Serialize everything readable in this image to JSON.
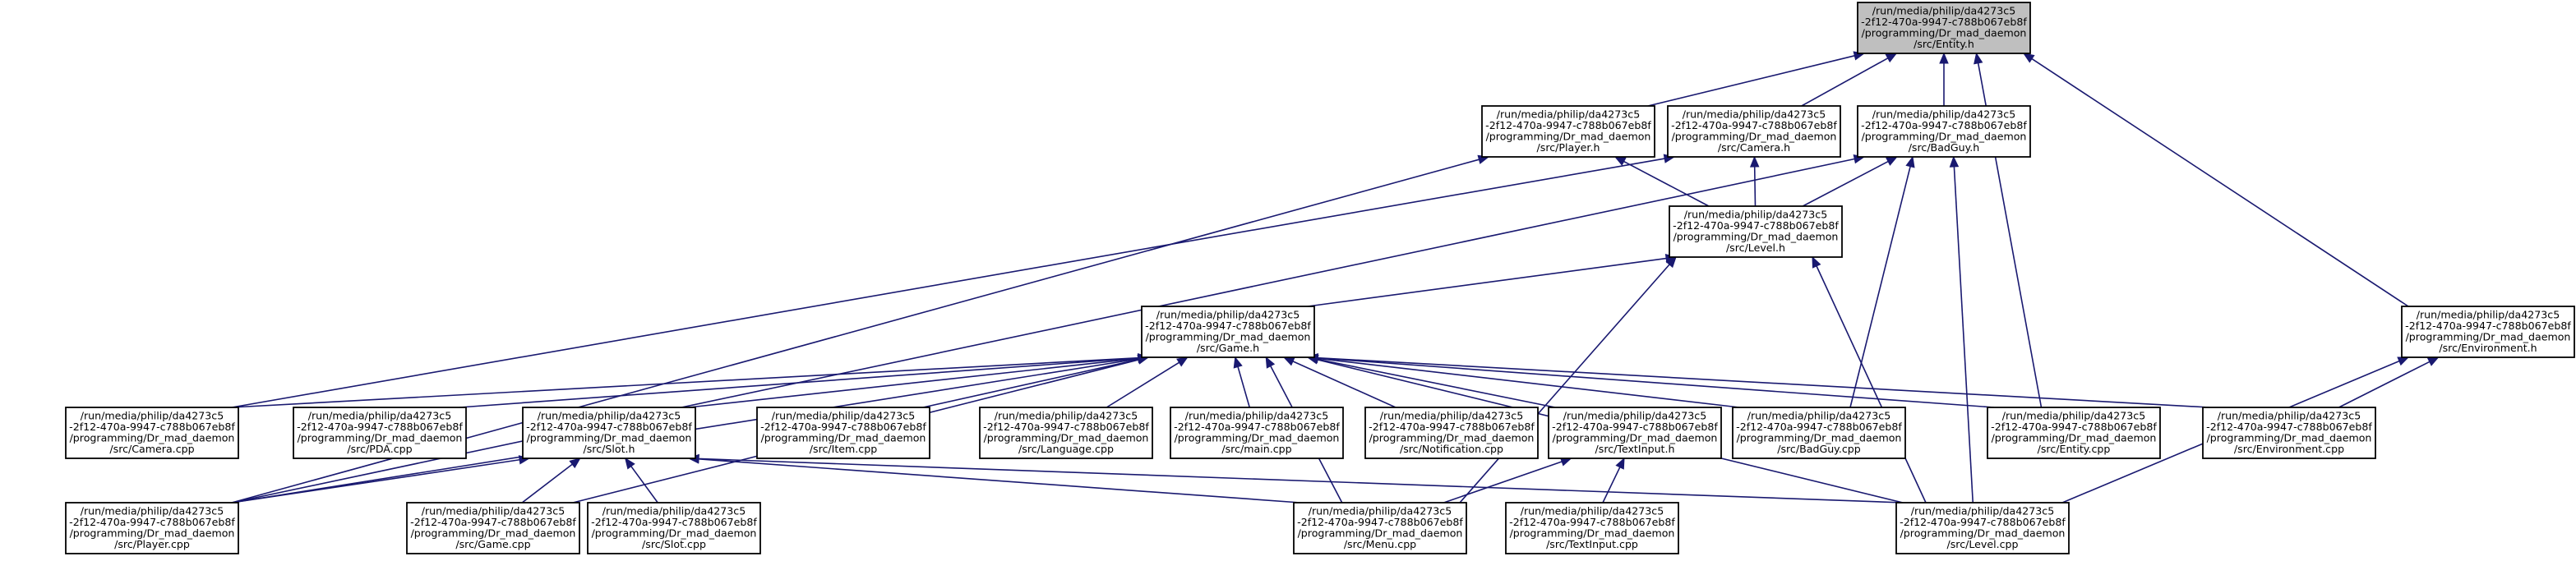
{
  "graph": {
    "title": "Include dependency graph for src/Entity.h",
    "edge_color": "#191970",
    "highlight_fill": "#bfbfbf",
    "nodes": [
      {
        "id": "entity_h",
        "lines": [
          "/run/media/philip/da4273c5",
          "-2f12-470a-9947-c788b067eb8f",
          "/programming/Dr_mad_daemon",
          "/src/Entity.h"
        ],
        "highlight": true
      },
      {
        "id": "player_h",
        "lines": [
          "/run/media/philip/da4273c5",
          "-2f12-470a-9947-c788b067eb8f",
          "/programming/Dr_mad_daemon",
          "/src/Player.h"
        ]
      },
      {
        "id": "camera_h",
        "lines": [
          "/run/media/philip/da4273c5",
          "-2f12-470a-9947-c788b067eb8f",
          "/programming/Dr_mad_daemon",
          "/src/Camera.h"
        ]
      },
      {
        "id": "badguy_h",
        "lines": [
          "/run/media/philip/da4273c5",
          "-2f12-470a-9947-c788b067eb8f",
          "/programming/Dr_mad_daemon",
          "/src/BadGuy.h"
        ]
      },
      {
        "id": "level_h",
        "lines": [
          "/run/media/philip/da4273c5",
          "-2f12-470a-9947-c788b067eb8f",
          "/programming/Dr_mad_daemon",
          "/src/Level.h"
        ]
      },
      {
        "id": "game_h",
        "lines": [
          "/run/media/philip/da4273c5",
          "-2f12-470a-9947-c788b067eb8f",
          "/programming/Dr_mad_daemon",
          "/src/Game.h"
        ]
      },
      {
        "id": "environment_h",
        "lines": [
          "/run/media/philip/da4273c5",
          "-2f12-470a-9947-c788b067eb8f",
          "/programming/Dr_mad_daemon",
          "/src/Environment.h"
        ]
      },
      {
        "id": "camera_cpp",
        "lines": [
          "/run/media/philip/da4273c5",
          "-2f12-470a-9947-c788b067eb8f",
          "/programming/Dr_mad_daemon",
          "/src/Camera.cpp"
        ]
      },
      {
        "id": "pda_cpp",
        "lines": [
          "/run/media/philip/da4273c5",
          "-2f12-470a-9947-c788b067eb8f",
          "/programming/Dr_mad_daemon",
          "/src/PDA.cpp"
        ]
      },
      {
        "id": "slot_h",
        "lines": [
          "/run/media/philip/da4273c5",
          "-2f12-470a-9947-c788b067eb8f",
          "/programming/Dr_mad_daemon",
          "/src/Slot.h"
        ]
      },
      {
        "id": "item_cpp",
        "lines": [
          "/run/media/philip/da4273c5",
          "-2f12-470a-9947-c788b067eb8f",
          "/programming/Dr_mad_daemon",
          "/src/Item.cpp"
        ]
      },
      {
        "id": "language_cpp",
        "lines": [
          "/run/media/philip/da4273c5",
          "-2f12-470a-9947-c788b067eb8f",
          "/programming/Dr_mad_daemon",
          "/src/Language.cpp"
        ]
      },
      {
        "id": "main_cpp",
        "lines": [
          "/run/media/philip/da4273c5",
          "-2f12-470a-9947-c788b067eb8f",
          "/programming/Dr_mad_daemon",
          "/src/main.cpp"
        ]
      },
      {
        "id": "notification_cpp",
        "lines": [
          "/run/media/philip/da4273c5",
          "-2f12-470a-9947-c788b067eb8f",
          "/programming/Dr_mad_daemon",
          "/src/Notification.cpp"
        ]
      },
      {
        "id": "textinput_h",
        "lines": [
          "/run/media/philip/da4273c5",
          "-2f12-470a-9947-c788b067eb8f",
          "/programming/Dr_mad_daemon",
          "/src/TextInput.h"
        ]
      },
      {
        "id": "badguy_cpp",
        "lines": [
          "/run/media/philip/da4273c5",
          "-2f12-470a-9947-c788b067eb8f",
          "/programming/Dr_mad_daemon",
          "/src/BadGuy.cpp"
        ]
      },
      {
        "id": "entity_cpp",
        "lines": [
          "/run/media/philip/da4273c5",
          "-2f12-470a-9947-c788b067eb8f",
          "/programming/Dr_mad_daemon",
          "/src/Entity.cpp"
        ]
      },
      {
        "id": "environment_cpp",
        "lines": [
          "/run/media/philip/da4273c5",
          "-2f12-470a-9947-c788b067eb8f",
          "/programming/Dr_mad_daemon",
          "/src/Environment.cpp"
        ]
      },
      {
        "id": "player_cpp",
        "lines": [
          "/run/media/philip/da4273c5",
          "-2f12-470a-9947-c788b067eb8f",
          "/programming/Dr_mad_daemon",
          "/src/Player.cpp"
        ]
      },
      {
        "id": "game_cpp",
        "lines": [
          "/run/media/philip/da4273c5",
          "-2f12-470a-9947-c788b067eb8f",
          "/programming/Dr_mad_daemon",
          "/src/Game.cpp"
        ]
      },
      {
        "id": "slot_cpp",
        "lines": [
          "/run/media/philip/da4273c5",
          "-2f12-470a-9947-c788b067eb8f",
          "/programming/Dr_mad_daemon",
          "/src/Slot.cpp"
        ]
      },
      {
        "id": "menu_cpp",
        "lines": [
          "/run/media/philip/da4273c5",
          "-2f12-470a-9947-c788b067eb8f",
          "/programming/Dr_mad_daemon",
          "/src/Menu.cpp"
        ]
      },
      {
        "id": "textinput_cpp",
        "lines": [
          "/run/media/philip/da4273c5",
          "-2f12-470a-9947-c788b067eb8f",
          "/programming/Dr_mad_daemon",
          "/src/TextInput.cpp"
        ]
      },
      {
        "id": "level_cpp",
        "lines": [
          "/run/media/philip/da4273c5",
          "-2f12-470a-9947-c788b067eb8f",
          "/programming/Dr_mad_daemon",
          "/src/Level.cpp"
        ]
      }
    ],
    "edges": [
      {
        "from": "player_h",
        "to": "entity_h"
      },
      {
        "from": "camera_h",
        "to": "entity_h"
      },
      {
        "from": "badguy_h",
        "to": "entity_h"
      },
      {
        "from": "environment_h",
        "to": "entity_h"
      },
      {
        "from": "entity_cpp",
        "to": "entity_h"
      },
      {
        "from": "level_h",
        "to": "player_h"
      },
      {
        "from": "player_cpp",
        "to": "player_h"
      },
      {
        "from": "camera_cpp",
        "to": "camera_h"
      },
      {
        "from": "level_h",
        "to": "camera_h"
      },
      {
        "from": "level_h",
        "to": "badguy_h"
      },
      {
        "from": "player_cpp",
        "to": "badguy_h"
      },
      {
        "from": "badguy_cpp",
        "to": "badguy_h"
      },
      {
        "from": "level_cpp",
        "to": "badguy_h"
      },
      {
        "from": "game_h",
        "to": "level_h"
      },
      {
        "from": "menu_cpp",
        "to": "level_h"
      },
      {
        "from": "level_cpp",
        "to": "level_h"
      },
      {
        "from": "camera_cpp",
        "to": "game_h"
      },
      {
        "from": "pda_cpp",
        "to": "game_h"
      },
      {
        "from": "slot_h",
        "to": "game_h"
      },
      {
        "from": "item_cpp",
        "to": "game_h"
      },
      {
        "from": "language_cpp",
        "to": "game_h"
      },
      {
        "from": "main_cpp",
        "to": "game_h"
      },
      {
        "from": "notification_cpp",
        "to": "game_h"
      },
      {
        "from": "textinput_h",
        "to": "game_h"
      },
      {
        "from": "badguy_cpp",
        "to": "game_h"
      },
      {
        "from": "entity_cpp",
        "to": "game_h"
      },
      {
        "from": "environment_cpp",
        "to": "game_h"
      },
      {
        "from": "player_cpp",
        "to": "game_h"
      },
      {
        "from": "game_cpp",
        "to": "game_h"
      },
      {
        "from": "menu_cpp",
        "to": "game_h"
      },
      {
        "from": "level_cpp",
        "to": "game_h"
      },
      {
        "from": "environment_cpp",
        "to": "environment_h"
      },
      {
        "from": "level_cpp",
        "to": "environment_h"
      },
      {
        "from": "player_cpp",
        "to": "slot_h"
      },
      {
        "from": "game_cpp",
        "to": "slot_h"
      },
      {
        "from": "slot_cpp",
        "to": "slot_h"
      },
      {
        "from": "menu_cpp",
        "to": "slot_h"
      },
      {
        "from": "level_cpp",
        "to": "slot_h"
      },
      {
        "from": "menu_cpp",
        "to": "textinput_h"
      },
      {
        "from": "textinput_cpp",
        "to": "textinput_h"
      }
    ]
  }
}
